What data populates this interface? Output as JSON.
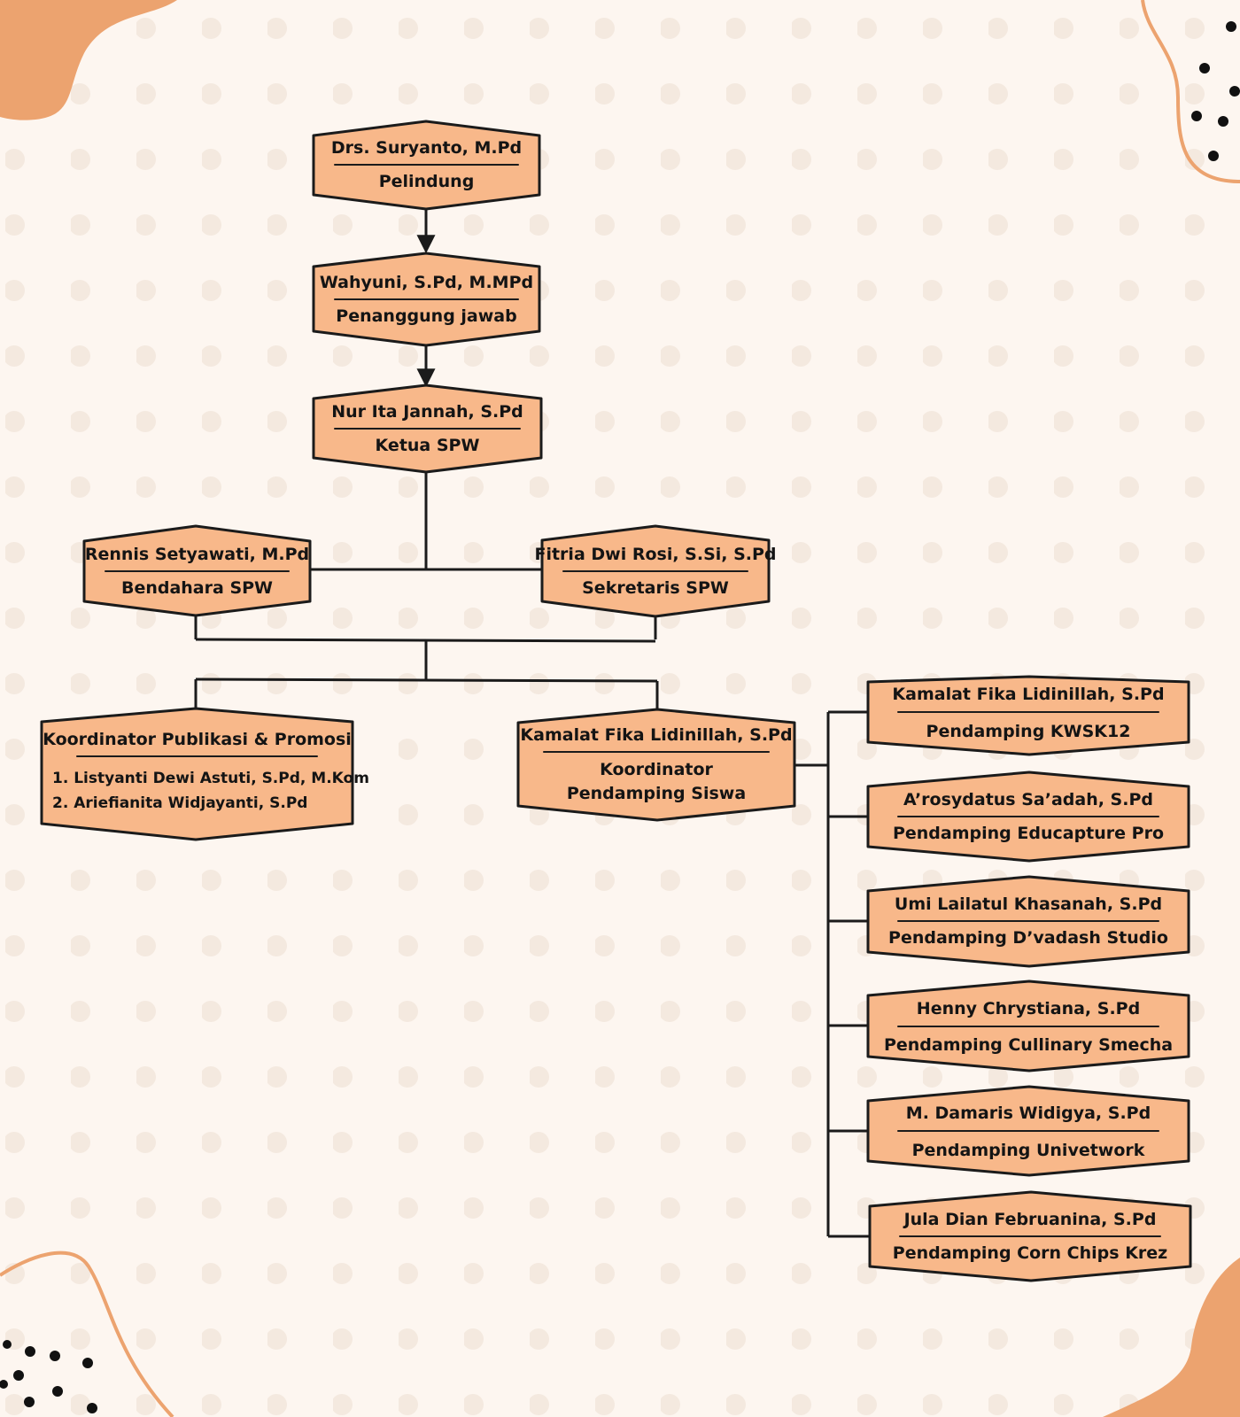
{
  "colors": {
    "background": "#fdf6f0",
    "dots": "#f3e7dd",
    "node_fill": "#f8b88a",
    "node_stroke": "#1b1b1b",
    "blob": "#eca36f"
  },
  "nodes": {
    "pelindung": {
      "name": "Drs. Suryanto, M.Pd",
      "role": "Pelindung"
    },
    "penanggung": {
      "name": "Wahyuni, S.Pd, M.MPd",
      "role": "Penanggung jawab"
    },
    "ketua": {
      "name": "Nur Ita Jannah, S.Pd",
      "role": "Ketua SPW"
    },
    "bendahara": {
      "name": "Rennis Setyawati, M.Pd",
      "role": "Bendahara SPW"
    },
    "sekretaris": {
      "name": "Fitria Dwi Rosi, S.Si, S.Pd",
      "role": "Sekretaris SPW"
    },
    "publikasi": {
      "title": "Koordinator Publikasi & Promosi",
      "members": [
        "1. Listyanti Dewi Astuti, S.Pd, M.Kom",
        "2. Ariefianita Widjayanti, S.Pd"
      ]
    },
    "koordinator_siswa": {
      "name": "Kamalat  Fika Lidinillah, S.Pd",
      "role": "Koordinator Pendamping Siswa"
    },
    "pendamping": [
      {
        "name": "Kamalat Fika Lidinillah, S.Pd",
        "role": "Pendamping KWSK12"
      },
      {
        "name": "A’rosydatus Sa’adah, S.Pd",
        "role": "Pendamping Educapture Pro"
      },
      {
        "name": "Umi Lailatul Khasanah, S.Pd",
        "role": "Pendamping D’vadash Studio"
      },
      {
        "name": "Henny Chrystiana, S.Pd",
        "role": "Pendamping Cullinary Smecha"
      },
      {
        "name": "M. Damaris Widigya, S.Pd",
        "role": "Pendamping Univetwork"
      },
      {
        "name": "Jula Dian Februanina, S.Pd",
        "role": "Pendamping Corn Chips Krez"
      }
    ]
  }
}
